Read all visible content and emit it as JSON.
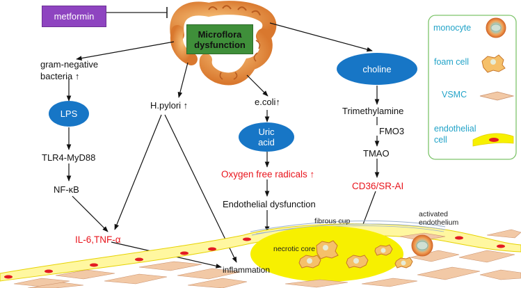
{
  "drug": {
    "label": "metformin",
    "color": "#8e44c0"
  },
  "gut": {
    "label": "Microflora\ndysfunction",
    "box_color": "#3f8f3a"
  },
  "left_path": {
    "bacteria": "gram-negative\nbacteria ↑",
    "lps": "LPS",
    "tlr": "TLR4-MyD88",
    "nfkb": "NF-κB",
    "cytokines": "IL-6,TNF-α"
  },
  "hpylori": "H.pylori ↑",
  "ecoli_path": {
    "ecoli": "e.coli↑",
    "uric": "Uric\nacid",
    "oxygen": "Oxygen free radicals ↑",
    "endo": "Endothelial dysfunction"
  },
  "choline_path": {
    "choline": "choline",
    "tma": "Trimethylamine",
    "fmo": "FMO3",
    "tmao": "TMAO",
    "receptor": "CD36/SR-AI"
  },
  "plaque": {
    "inflammation": "inflammation",
    "fibrous": "fibrous cup",
    "necrotic": "necrotic core",
    "activated": "activated\nendothelium"
  },
  "legend": {
    "items": [
      "monocyte",
      "foam cell",
      "VSMC",
      "endothelial\ncell"
    ],
    "text_color": "#22a3c8",
    "border_color": "#7dc46a"
  },
  "colors": {
    "ellipse": "#1776c6",
    "red_text": "#e8141c",
    "plaque": "#f7f000",
    "vsmc": "#f2c9a6"
  }
}
